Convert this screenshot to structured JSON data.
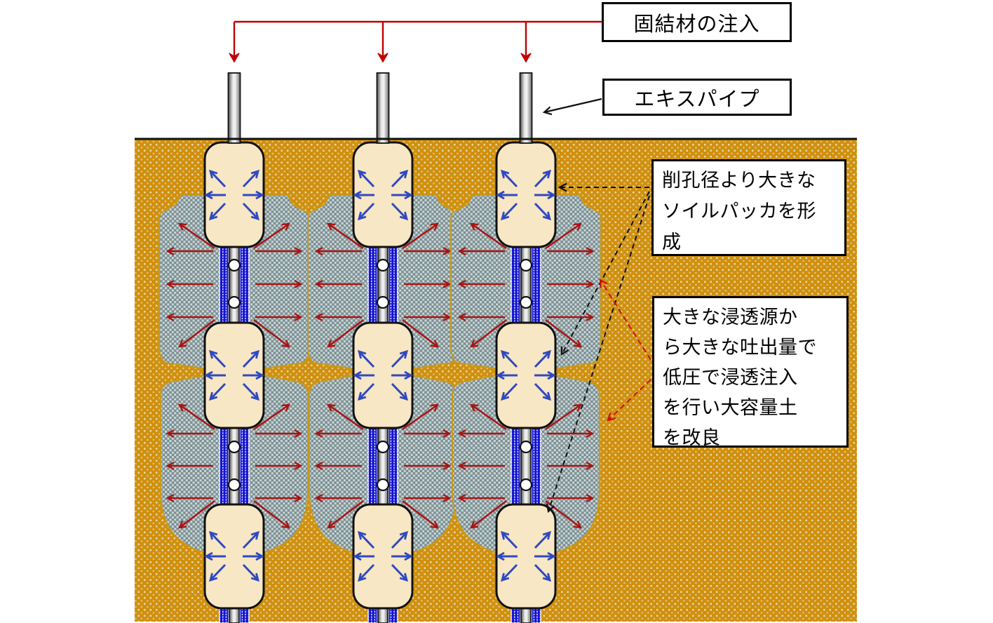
{
  "callouts": {
    "injection_label": "固結材の注入",
    "pipe_label": "エキスパイプ",
    "packer_note": "削孔径より大きな\nソイルパッカを形\n成",
    "permeation_note": "大きな浸透源か\nら大きな吐出量で\n低圧で浸透注入\nを行い大容量土\nを改良"
  },
  "palette": {
    "ground": "#D0900E",
    "ground_dot": "#E6D8AC",
    "improved_soil_base": "#828C8C",
    "improved_soil_square": "#BFDBE1",
    "soil_outline": "#C79A1C",
    "packer_fill": "#F8E7C4",
    "sleeve_blue": "#1414D2",
    "radial_arrow_red": "#A81414",
    "expansion_arrow_blue": "#2F49C0",
    "feed_line_red": "#C00000",
    "outline_black": "#111111"
  }
}
